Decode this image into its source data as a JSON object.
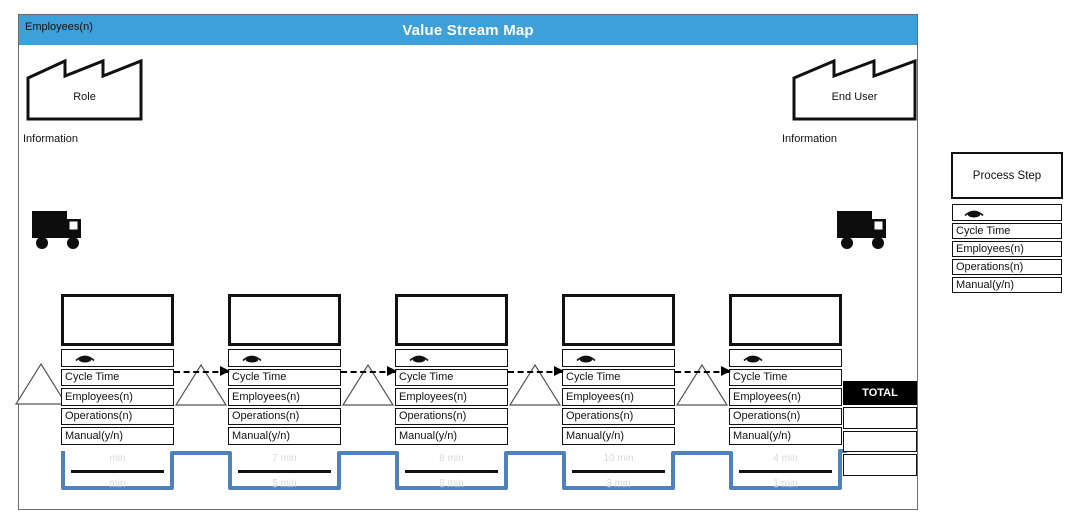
{
  "titlebar": {
    "left_label": "Employees(n)",
    "title": "Value Stream Map",
    "bg_color": "#3EA0D8"
  },
  "outside_sources": {
    "left_label": "Role",
    "right_label": "End User"
  },
  "information": {
    "left": "Information",
    "right": "Information"
  },
  "icons": {
    "factory": "factory-icon",
    "truck": "truck-icon",
    "eye": "go-see-eye-icon",
    "inventory": "inventory-triangle-icon"
  },
  "process_steps": [
    {
      "name": "",
      "rows": [
        "Cycle Time",
        "Employees(n)",
        "Operations(n)",
        "Manual(y/n)"
      ]
    },
    {
      "name": "",
      "rows": [
        "Cycle Time",
        "Employees(n)",
        "Operations(n)",
        "Manual(y/n)"
      ]
    },
    {
      "name": "",
      "rows": [
        "Cycle Time",
        "Employees(n)",
        "Operations(n)",
        "Manual(y/n)"
      ]
    },
    {
      "name": "",
      "rows": [
        "Cycle Time",
        "Employees(n)",
        "Operations(n)",
        "Manual(y/n)"
      ]
    },
    {
      "name": "",
      "rows": [
        "Cycle Time",
        "Employees(n)",
        "Operations(n)",
        "Manual(y/n)"
      ]
    }
  ],
  "timeline": {
    "color": "#4F81BD",
    "valleys": [
      {
        "top": "min",
        "bottom": "min"
      },
      {
        "top": "7 min",
        "bottom": "5 min"
      },
      {
        "top": "8 min",
        "bottom": "8 min"
      },
      {
        "top": "10 min",
        "bottom": "3 min"
      },
      {
        "top": "4 min",
        "bottom": "1 min"
      }
    ]
  },
  "total": {
    "label": "TOTAL",
    "cells": [
      "",
      "",
      ""
    ]
  },
  "legend": {
    "title": "Process Step",
    "rows": [
      "Cycle Time",
      "Employees(n)",
      "Operations(n)",
      "Manual(y/n)"
    ]
  }
}
